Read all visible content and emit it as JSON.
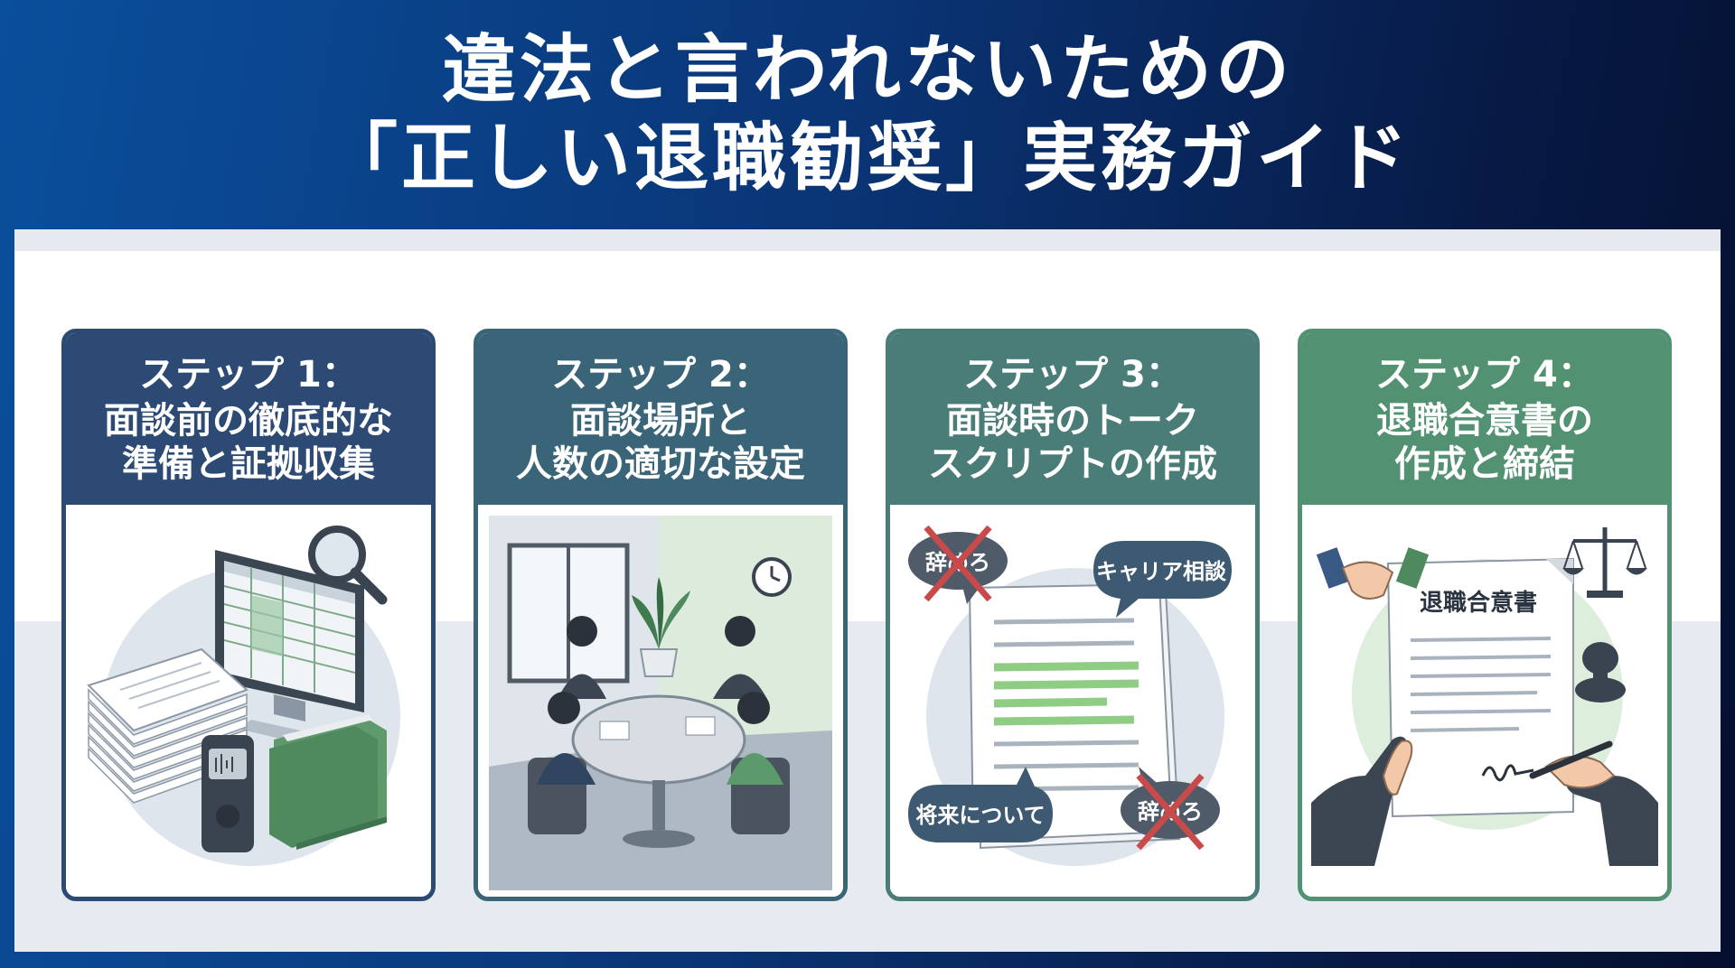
{
  "title": {
    "line1": "違法と言われないための",
    "line2": "「正しい退職勧奨」実務ガイド"
  },
  "colors": {
    "step1": "#2c4a73",
    "step2": "#3a6478",
    "step3": "#4a7d78",
    "step4": "#529273"
  },
  "steps": [
    {
      "label": "ステップ 1：",
      "line1": "面談前の徹底的な",
      "line2": "準備と証拠収集"
    },
    {
      "label": "ステップ 2：",
      "line1": "面談場所と",
      "line2": "人数の適切な設定"
    },
    {
      "label": "ステップ 3：",
      "line1": "面談時のトーク",
      "line2": "スクリプトの作成"
    },
    {
      "label": "ステップ 4：",
      "line1": "退職合意書の",
      "line2": "作成と締結"
    }
  ],
  "step3_bubbles": {
    "crossed_top": "辞めろ",
    "career": "キャリア相談",
    "future": "将来について",
    "crossed_bottom": "辞めろ"
  },
  "step4_document": {
    "title": "退職合意書"
  }
}
